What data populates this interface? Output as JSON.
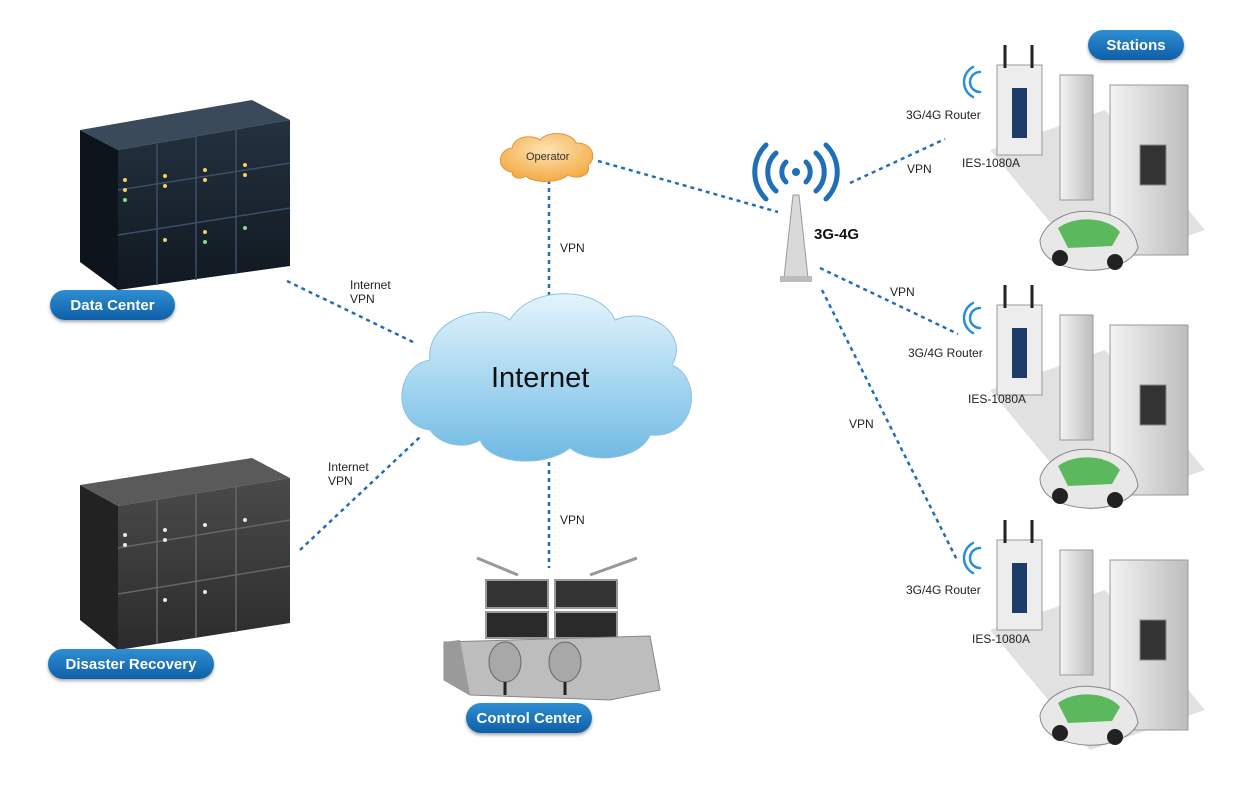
{
  "nodes": {
    "data_center": "Data Center",
    "disaster_recovery": "Disaster Recovery",
    "control_center": "Control Center",
    "stations": "Stations",
    "internet": "Internet",
    "operator": "Operator",
    "cellular": "3G-4G"
  },
  "links": {
    "dc_internet": [
      "Internet",
      "VPN"
    ],
    "dr_internet": [
      "Internet",
      "VPN"
    ],
    "operator_internet": "VPN",
    "control_internet": "VPN",
    "tower_station1": "VPN",
    "tower_station2": "VPN",
    "tower_station3": "VPN"
  },
  "stations": [
    {
      "router": "3G/4G Router",
      "switch": "IES-1080A"
    },
    {
      "router": "3G/4G Router",
      "switch": "IES-1080A"
    },
    {
      "router": "3G/4G Router",
      "switch": "IES-1080A"
    }
  ],
  "colors": {
    "pill": "#1565b0",
    "link": "#1f6fb8",
    "cloud": "#9fd0ee",
    "operator": "#f6b24a",
    "car": "#5cb85c"
  }
}
